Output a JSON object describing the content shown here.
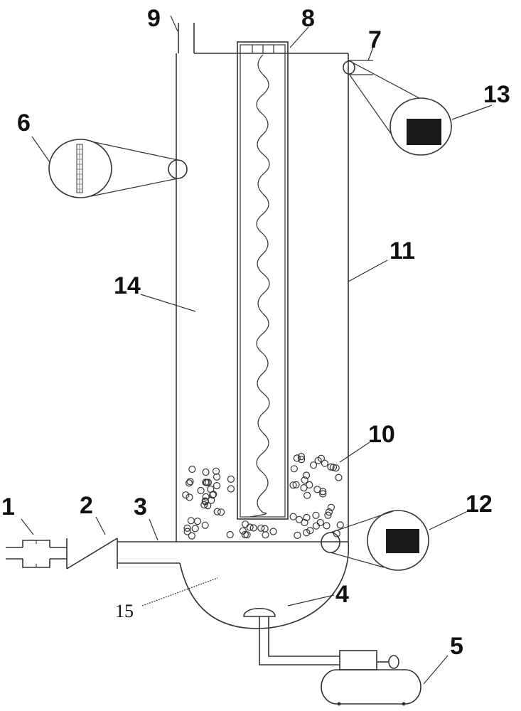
{
  "figure": {
    "labels": {
      "l1": "1",
      "l2": "2",
      "l3": "3",
      "l4": "4",
      "l5": "5",
      "l6": "6",
      "l7": "7",
      "l8": "8",
      "l9": "9",
      "l10": "10",
      "l11": "11",
      "l12": "12",
      "l13": "13",
      "l14": "14",
      "l15": "15"
    },
    "colors": {
      "line": "#333333",
      "fill_dark": "#1a1a1a",
      "background": "#ffffff"
    }
  }
}
